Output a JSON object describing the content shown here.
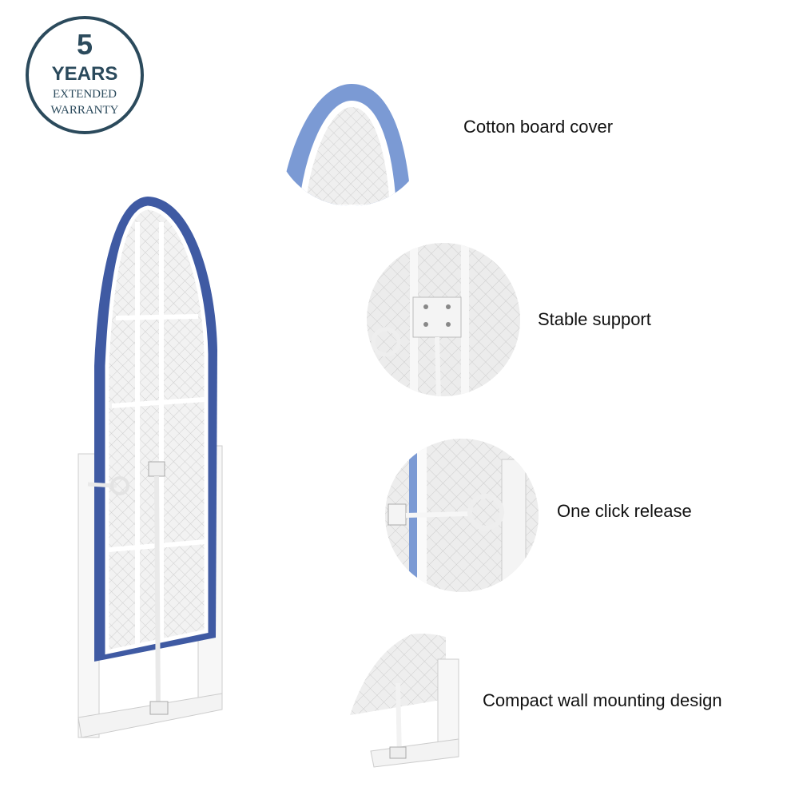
{
  "badge": {
    "number": "5",
    "line1": "YEARS",
    "line2": "EXTENDED",
    "line3": "WARRANTY",
    "color": "#2b4a5c"
  },
  "features": [
    {
      "label": "Cotton board cover"
    },
    {
      "label": "Stable support"
    },
    {
      "label": "One click release"
    },
    {
      "label": "Compact wall mounting design"
    }
  ],
  "colors": {
    "cover_blue": "#3f5aa3",
    "cover_light_blue": "#7b9ad4",
    "frame_white": "#f4f4f4",
    "mesh_gray": "#d9d9d9",
    "label_text": "#111111"
  }
}
